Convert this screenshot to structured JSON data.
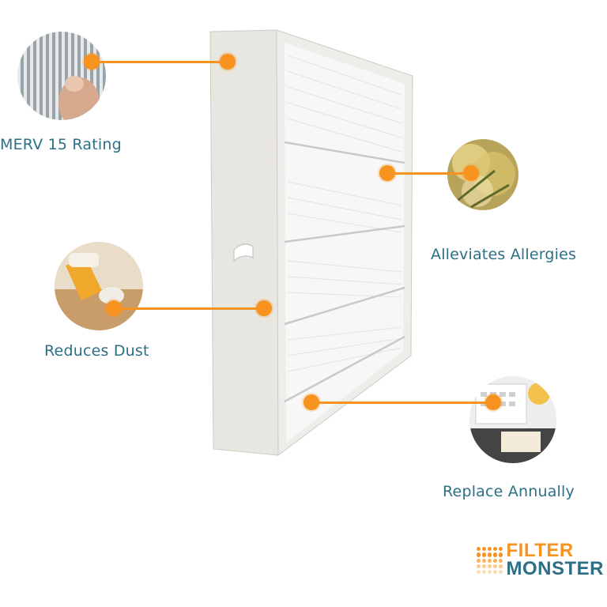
{
  "features": [
    {
      "id": "merv",
      "label": "MERV 15 Rating",
      "image": "pleated-filter-close-up"
    },
    {
      "id": "allergies",
      "label": "Alleviates Allergies",
      "image": "pollen-cloud"
    },
    {
      "id": "dust",
      "label": "Reduces Dust",
      "image": "broom-sweeping-dust"
    },
    {
      "id": "replace",
      "label": "Replace Annually",
      "image": "calendar-planning"
    }
  ],
  "brand": {
    "line1": "FILTER",
    "line2": "MONSTER",
    "colors": {
      "orange": "#f7931e",
      "teal": "#2c6f86"
    }
  },
  "accent_color": "#f7931e",
  "label_color": "#2c6f86"
}
